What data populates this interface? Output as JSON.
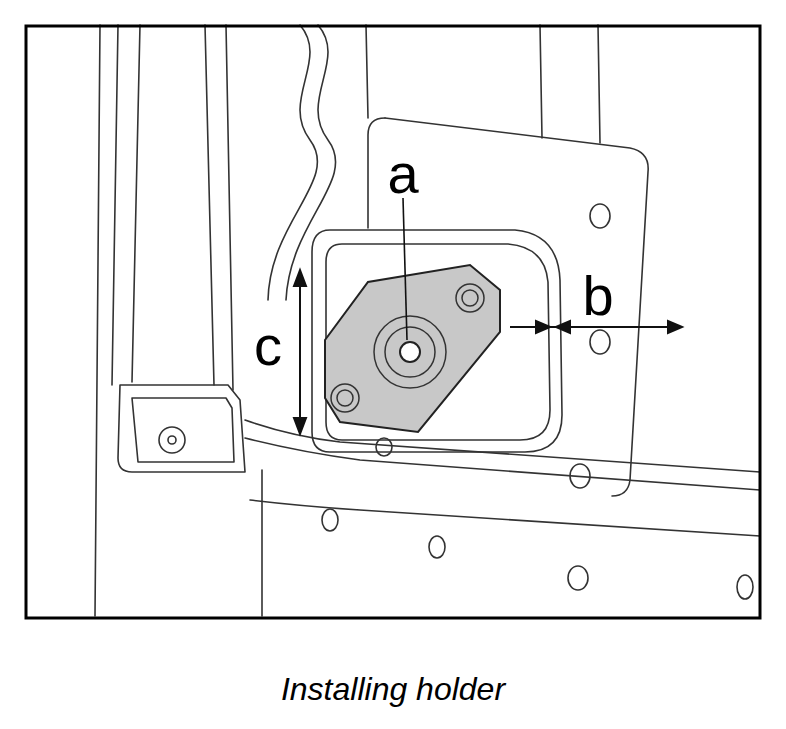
{
  "diagram": {
    "caption": "Installing holder",
    "labels": [
      "a",
      "b",
      "c"
    ]
  }
}
